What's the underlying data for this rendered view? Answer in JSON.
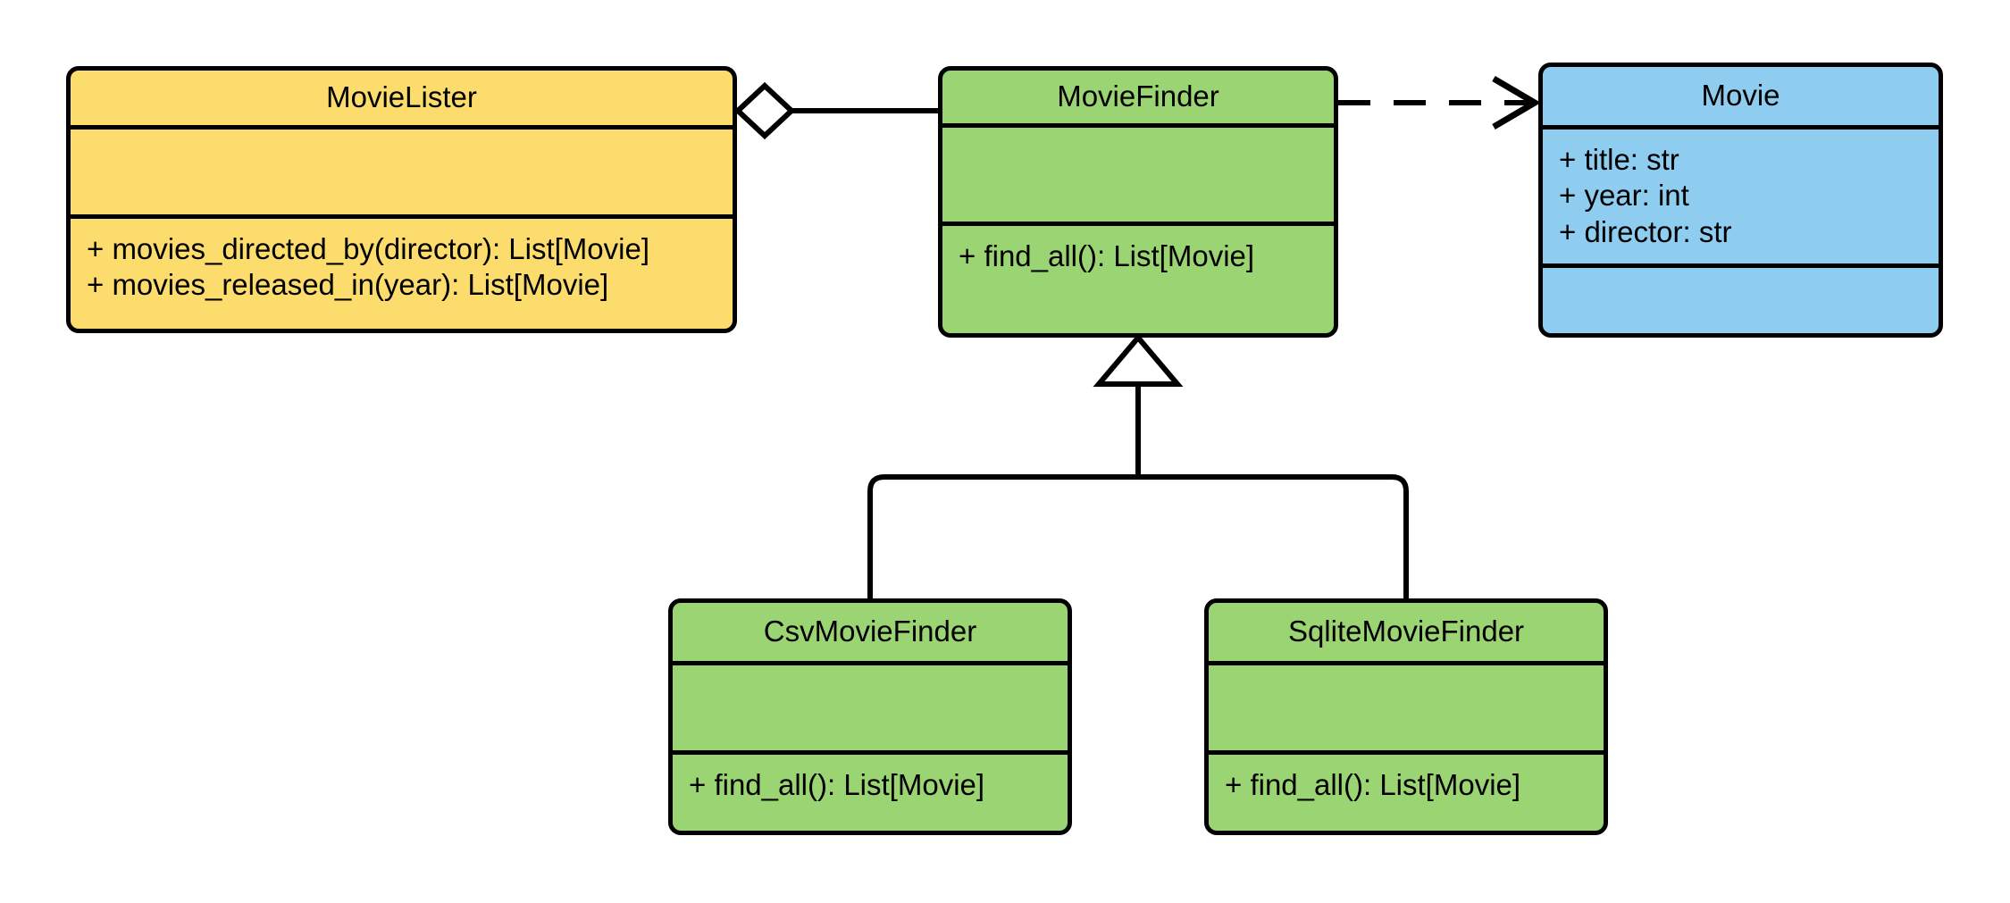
{
  "diagram": {
    "type": "uml-class-diagram",
    "title": "MovieLister / MovieFinder dependency injection class diagram",
    "background": "#ffffff",
    "stroke_color": "#000000",
    "colors": {
      "yellow": "#fcdc6d",
      "green": "#9bd472",
      "blue": "#8fcdf0",
      "stroke": "#000000"
    }
  },
  "classes": {
    "movielister": {
      "name": "MovieLister",
      "fill": "#fcdc6d",
      "attributes": [],
      "operations": [
        "+ movies_directed_by(director): List[Movie]",
        "+ movies_released_in(year): List[Movie]"
      ]
    },
    "moviefinder": {
      "name": "MovieFinder",
      "fill": "#9bd472",
      "attributes": [],
      "operations": [
        "+ find_all(): List[Movie]"
      ]
    },
    "movie": {
      "name": "Movie",
      "fill": "#8fcdf0",
      "attributes": [
        "+ title: str",
        "+ year: int",
        "+ director: str"
      ],
      "operations": []
    },
    "csvmoviefinder": {
      "name": "CsvMovieFinder",
      "fill": "#9bd472",
      "attributes": [],
      "operations": [
        "+ find_all(): List[Movie]"
      ]
    },
    "sqlitemoviefinder": {
      "name": "SqliteMovieFinder",
      "fill": "#9bd472",
      "attributes": [],
      "operations": [
        "+ find_all(): List[Movie]"
      ]
    }
  },
  "relationships": [
    {
      "id": "aggregation-movielister-moviefinder",
      "kind": "aggregation",
      "source": "MovieLister",
      "target": "MovieFinder",
      "line_style": "solid",
      "source_decoration": "hollow-diamond",
      "target_decoration": "none",
      "label": ""
    },
    {
      "id": "dependency-moviefinder-movie",
      "kind": "dependency",
      "source": "MovieFinder",
      "target": "Movie",
      "line_style": "dashed",
      "source_decoration": "none",
      "target_decoration": "open-arrow",
      "label": ""
    },
    {
      "id": "generalization-csvmoviefinder-moviefinder",
      "kind": "generalization",
      "source": "CsvMovieFinder",
      "target": "MovieFinder",
      "line_style": "solid",
      "source_decoration": "none",
      "target_decoration": "hollow-triangle",
      "label": ""
    },
    {
      "id": "generalization-sqlitemoviefinder-moviefinder",
      "kind": "generalization",
      "source": "SqliteMovieFinder",
      "target": "MovieFinder",
      "line_style": "solid",
      "source_decoration": "none",
      "target_decoration": "hollow-triangle",
      "label": ""
    }
  ]
}
